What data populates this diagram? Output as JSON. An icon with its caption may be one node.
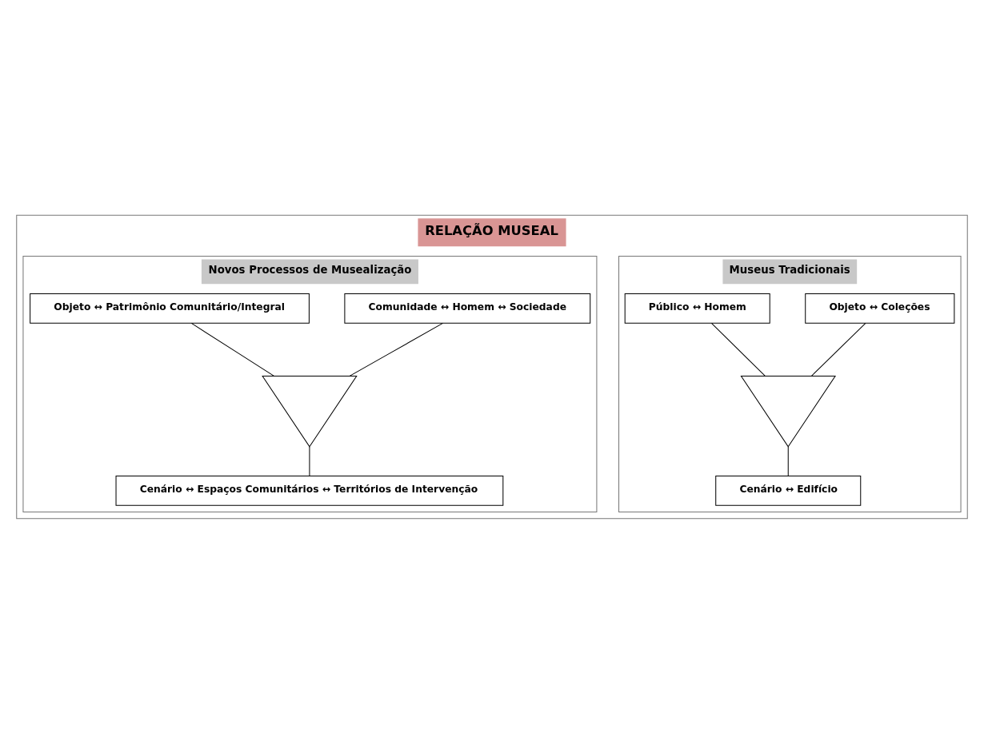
{
  "diagram": {
    "nodes": [
      {
        "text": [
          "RELAÇÃO MUSEAL"
        ]
      },
      {
        "text": [
          "Museus Tradicionais"
        ],
        "in": 0
      },
      {
        "text": [
          "Objeto ↔ Coleções"
        ],
        "in": 1
      },
      {
        "text": [
          "Público ↔ Homem"
        ],
        "in": 1
      },
      {
        "text": [],
        "shape": "triangle",
        "in": 1
      },
      {
        "text": [
          "Cenário ↔ Edifício"
        ],
        "in": 1
      },
      {
        "text": [
          "Novos Processos de Musealização"
        ],
        "in": 0
      },
      {
        "text": [
          "Comunidade ↔ Homem ↔ Sociedade"
        ],
        "in": 6
      },
      {
        "text": [
          "Objeto ↔ Patrimônio Comunitário/Integral"
        ],
        "in": 6
      },
      {
        "text": [],
        "shape": "triangle",
        "in": 6
      },
      {
        "text": [
          "Cenário ↔ Espaços Comunitários ↔ Territórios de Intervenção"
        ],
        "in": 6
      }
    ],
    "edges": [
      {
        "from": 2,
        "to": 4,
        "arrow": "none"
      },
      {
        "from": 3,
        "to": 4,
        "arrow": "none"
      },
      {
        "from": 4,
        "to": 5,
        "arrow": "none"
      },
      {
        "from": 7,
        "to": 9,
        "arrow": "none"
      },
      {
        "from": 8,
        "to": 9,
        "arrow": "none"
      },
      {
        "from": 9,
        "to": 10,
        "arrow": "none"
      }
    ]
  }
}
